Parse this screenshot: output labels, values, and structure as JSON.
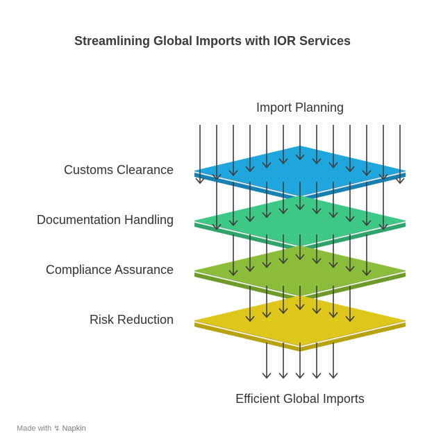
{
  "title": "Streamlining Global Imports with IOR Services",
  "input_label": "Import Planning",
  "output_label": "Efficient Global Imports",
  "layers": [
    {
      "label": "Customs Clearance",
      "color": "#1fa6dd",
      "edge": "#1781b3"
    },
    {
      "label": "Documentation Handling",
      "color": "#3ec885",
      "edge": "#2ea36a"
    },
    {
      "label": "Compliance Assurance",
      "color": "#8cbd3a",
      "edge": "#6f9a2a"
    },
    {
      "label": "Risk Reduction",
      "color": "#ddc71a",
      "edge": "#b7a310"
    }
  ],
  "footer": {
    "made_with": "Made with",
    "brand": "Napkin"
  }
}
